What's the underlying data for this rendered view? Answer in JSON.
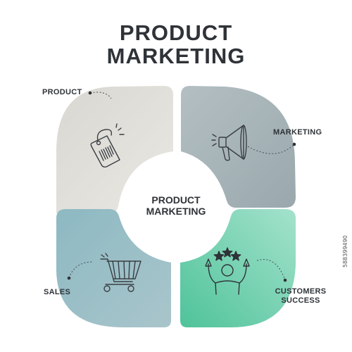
{
  "title": {
    "line1": "PRODUCT",
    "line2": "MARKETING"
  },
  "center": {
    "line1": "PRODUCT",
    "line2": "MARKETING"
  },
  "segments": [
    {
      "label": "PRODUCT",
      "icon": "price-tag-icon",
      "color": "#e4e2dc"
    },
    {
      "label": "MARKETING",
      "icon": "megaphone-icon",
      "color": "#a3b1b5"
    },
    {
      "label": "SALES",
      "icon": "shopping-cart-icon",
      "color": "#86b3bc"
    },
    {
      "label_line1": "CUSTOMERS",
      "label_line2": "SUCCESS",
      "icon": "celebrating-person-stars-icon",
      "color": "#5ecba3"
    }
  ],
  "watermark": "588399490"
}
